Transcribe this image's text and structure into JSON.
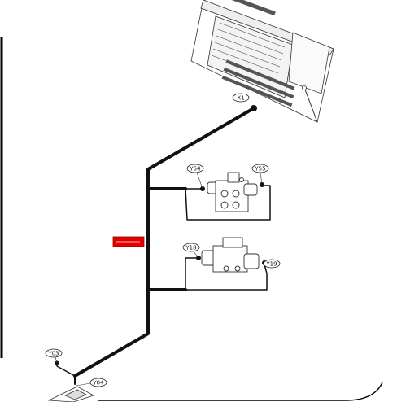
{
  "diagram": {
    "connectors": [
      {
        "id": "x1",
        "label": "X1"
      },
      {
        "id": "y54",
        "label": "Y54"
      },
      {
        "id": "y55",
        "label": "Y55"
      },
      {
        "id": "y18",
        "label": "Y18"
      },
      {
        "id": "y19",
        "label": "Y19"
      },
      {
        "id": "y03",
        "label": "Y03"
      },
      {
        "id": "y04",
        "label": "Y04"
      }
    ],
    "colors": {
      "harness": "#111111",
      "highlight": "#e00000",
      "frame": "#000000",
      "component_stroke": "#333333"
    },
    "highlight_marker": "selected-harness-segment"
  }
}
